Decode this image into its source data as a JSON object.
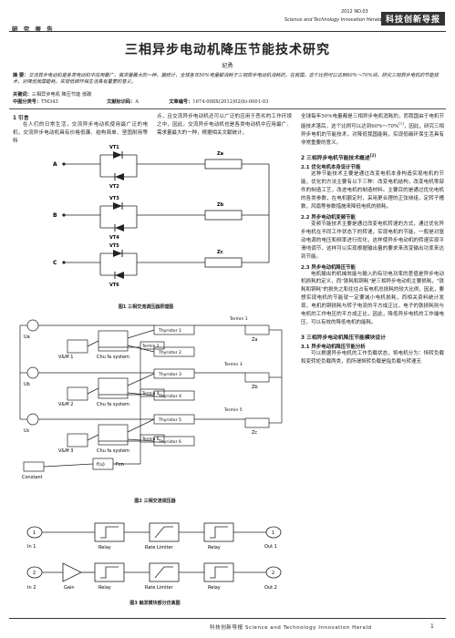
{
  "header": {
    "section_label": "研 究 报 告",
    "issue": "2012 NO.03",
    "journal_en": "Science and Technology Innovation Herald",
    "journal_cn": "科技创新导报"
  },
  "article": {
    "title": "三相异步电动机降压节能技术研究",
    "author": "纪勇",
    "abstract_label": "摘  要：",
    "abstract": "交流异步电动机是各类电动机中应用最广，需求量最大的一种，据统计，全球各年50%电量都消耗于三相异步电动机消耗的，在我国，这个比例可以达到60%～70%间，研究三相异步电机的节能技术，对降低我国能耗，实现低碳环保生活具有重要的意义。",
    "keywords_label": "关键词：",
    "keywords": "三相异步电机  降压节能  低碳",
    "class_label": "中图分类号：",
    "class_no": "TM343",
    "doccode_label": "文献标识码：",
    "doccode": "A",
    "article_no_label": "文章编号：",
    "article_no": "1674-098X(2012)02(b)-0001-03"
  },
  "col1": {
    "heading": "1 引言",
    "para": "在人们的日常生活，交流异步电动机使用最广泛的电机，交流异步电动机具有价格低廉、结构简单、坚固耐用等特"
  },
  "col2": {
    "para": "点，且交流异步电动机还可以广泛的应用于恶劣的工作环境之中，因此，交流异步电动机也是各类电动机中应用最广、需求量最大的一种，根据相关文献统计，"
  },
  "col3": {
    "para1": "全球每年50%电量都是三相异步电机消耗的，而我国由于电机节能技术落后，这个比例可以达到60%～70%",
    "ref1": "[1]",
    "para1b": "，因此，研究三相异步电机的节能技术，对降低我国能耗，实现低碳环保生活具有非常重要的意义。",
    "s2_heading": "2 三相异步电机节能技术概述",
    "s2_ref": "[2]",
    "s21_heading": "2.1 优化电机本身设计节能",
    "s21_para": "这种节能技术主要是通过改变电机本身构造实现电机的节能，优化的方法主要有以下三种：改变电机结构，改变电机零部件的制造工艺，改进电机的制造材料。主要目的是通过优化电机的各类参数，在电机额定时，采用更合理的正弦绕组，定转子槽数，风扇等参数措施来降低电机的损耗。",
    "s22_heading": "2.2 异步电动机变频节能",
    "s22_para": "变频节能技术主要是通过改变电机转速的方式，通过优化异步电机在不同工作状态下的转速，实现电机的节能，一般是对驱动电源的电压和频率进行优化，这样使异步电动机的转速实现平滑地调节，这样可以实现根据输出量的要求来改变输出功率来达到节能。",
    "s23_heading": "2.3 异步电动机降压节能",
    "s23_para": "电机输出的机械效能与输入的有功电功率的差值是异步电动机损耗的定义，而\"铁耗和铜耗\"是三相异步电动机主要损耗，\"铁耗和铜耗\"的损失之和往往占有电机总损耗的较大比例，因此，要想实现电机的节能就一定要减小电机损耗，而相关资料统计发现，电机的铜损耗与转子电流的平方成正比，电子的铁损耗则与电机的工作电压的平方成正比，因此，降低异步电机的工作端电压，可以有效的降低电机的能耗。",
    "s3_heading": "3 三相异步电动机降压节能模块设计",
    "s31_heading": "3.1 异步电动机降压节能分析",
    "s31_para": "可以根据异步电机的工作负载状态，将电机分为：恒转负载和变转矩负载两类，而所谓恒转负载是指负载与转速无"
  },
  "fig1": {
    "caption": "图1 三相交流调压器原理图",
    "phases": [
      "A",
      "B",
      "C"
    ],
    "thyristors": [
      "VT1",
      "VT2",
      "VT3",
      "VT4",
      "VT5",
      "VT6"
    ],
    "loads": [
      "Za",
      "Zb",
      "Zc"
    ]
  },
  "fig2": {
    "caption": "图2 三相交流调压器",
    "sources": [
      "Ua",
      "Ub",
      "Uc"
    ],
    "meters": [
      "V&M 1",
      "V&M 2",
      "V&M 3"
    ],
    "thyristors": [
      "Thyristor 1",
      "Thyristor 2",
      "Thyristor 3",
      "Thyristor 4",
      "Thyristor 5",
      "Thyristor 6"
    ],
    "terminals": [
      "Termin 1",
      "Termin 2",
      "Termin 3",
      "Termin 4",
      "Termin 5",
      "Termin 6"
    ],
    "loads": [
      "Za",
      "Zb",
      "Zc"
    ],
    "chu_fa": "Chu fa system",
    "constant": "Constant",
    "fcn1": "f(u)",
    "fcn2": "Fcn"
  },
  "fig3": {
    "caption": "图3 触发模块部分仿真图",
    "row1": {
      "in": "1",
      "in_label": "In 1",
      "b1": "Relay",
      "b2": "Rate Limiter",
      "b3": "Relay",
      "out": "1",
      "out_label": "Out 1"
    },
    "row2": {
      "in": "2",
      "in_label": "In 2",
      "b0": "Gain",
      "b1": "Relay",
      "b2": "Rate Limiter",
      "b3": "Relay",
      "out": "2",
      "out_label": "Out 2"
    }
  },
  "footer": {
    "text": "科技创新导报  Science  and  Technology  Innovation  Herald",
    "page": "1"
  }
}
